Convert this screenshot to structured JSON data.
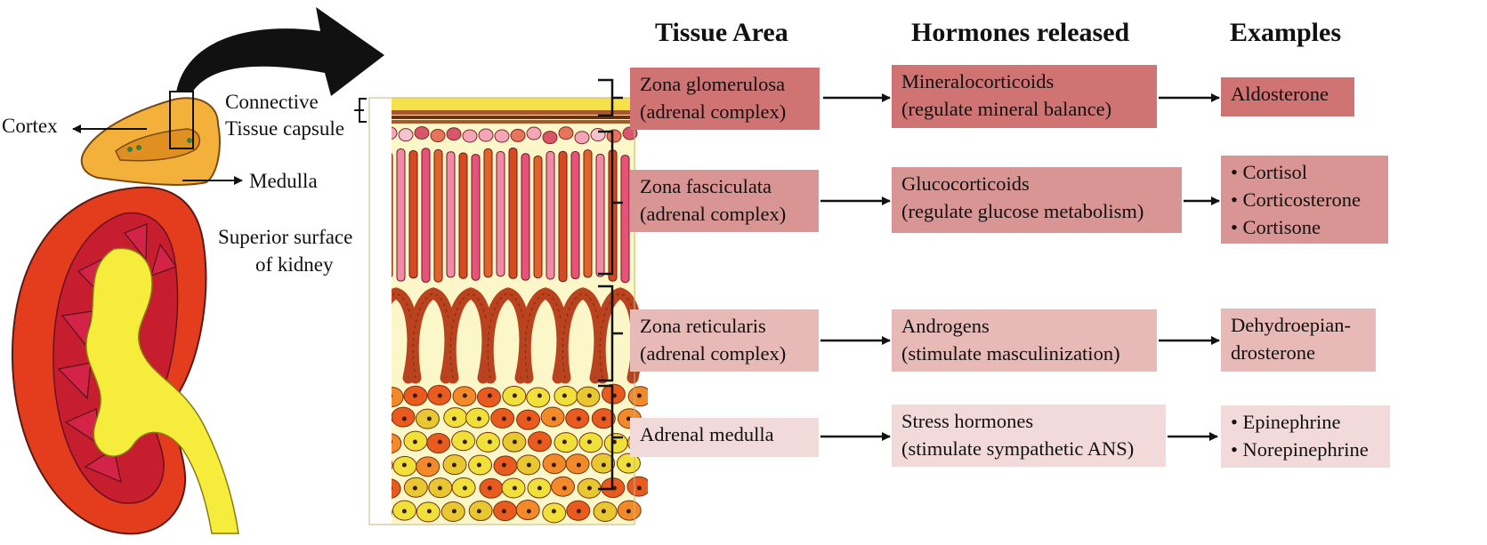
{
  "anatomy_labels": {
    "cortex": "Cortex",
    "capsule_line1": "Connective",
    "capsule_line2": "Tissue capsule",
    "medulla": "Medulla",
    "surface_line1": "Superior surface",
    "surface_line2": "of kidney"
  },
  "headers": {
    "tissue_area": "Tissue Area",
    "hormones": "Hormones released",
    "examples": "Examples"
  },
  "rows": [
    {
      "tissue": [
        "Zona glomerulosa",
        "(adrenal complex)"
      ],
      "hormone": [
        "Mineralocorticoids",
        "(regulate mineral balance)"
      ],
      "examples": [
        "Aldosterone"
      ],
      "color": "#cf7373"
    },
    {
      "tissue": [
        "Zona fasciculata",
        "(adrenal complex)"
      ],
      "hormone": [
        "Glucocorticoids",
        "(regulate glucose metabolism)"
      ],
      "examples": [
        "• Cortisol",
        "• Corticosterone",
        "• Cortisone"
      ],
      "color": "#d99593"
    },
    {
      "tissue": [
        "Zona reticularis",
        "(adrenal complex)"
      ],
      "hormone": [
        "Androgens",
        "(stimulate masculinization)"
      ],
      "examples": [
        "Dehydroepian-",
        "drosterone"
      ],
      "color": "#e7b9b7"
    },
    {
      "tissue": [
        "Adrenal medulla"
      ],
      "hormone": [
        "Stress hormones",
        "(stimulate sympathetic ANS)"
      ],
      "examples": [
        "• Epinephrine",
        "• Norepinephrine"
      ],
      "color": "#f3dada"
    }
  ]
}
